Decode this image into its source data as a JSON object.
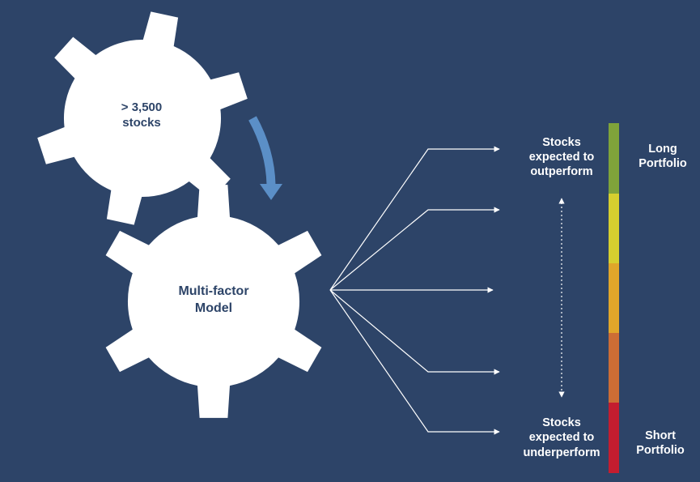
{
  "gear_top": {
    "line1": "> 3,500",
    "line2": "stocks"
  },
  "gear_main": {
    "line1": "Multi-factor",
    "line2": "Model"
  },
  "outperform": {
    "line1": "Stocks",
    "line2": "expected to",
    "line3": "outperform"
  },
  "underperform": {
    "line1": "Stocks",
    "line2": "expected to",
    "line3": "underperform"
  },
  "long_portfolio": {
    "line1": "Long",
    "line2": "Portfolio"
  },
  "short_portfolio": {
    "line1": "Short",
    "line2": "Portfolio"
  },
  "colors": {
    "background": "#2d4468",
    "gear": "#ffffff",
    "rotation_arrow": "#5b8fc7",
    "spectrum": [
      "#7fa33a",
      "#d6cf2f",
      "#e0a62a",
      "#cc6d35",
      "#c41d2f"
    ]
  }
}
